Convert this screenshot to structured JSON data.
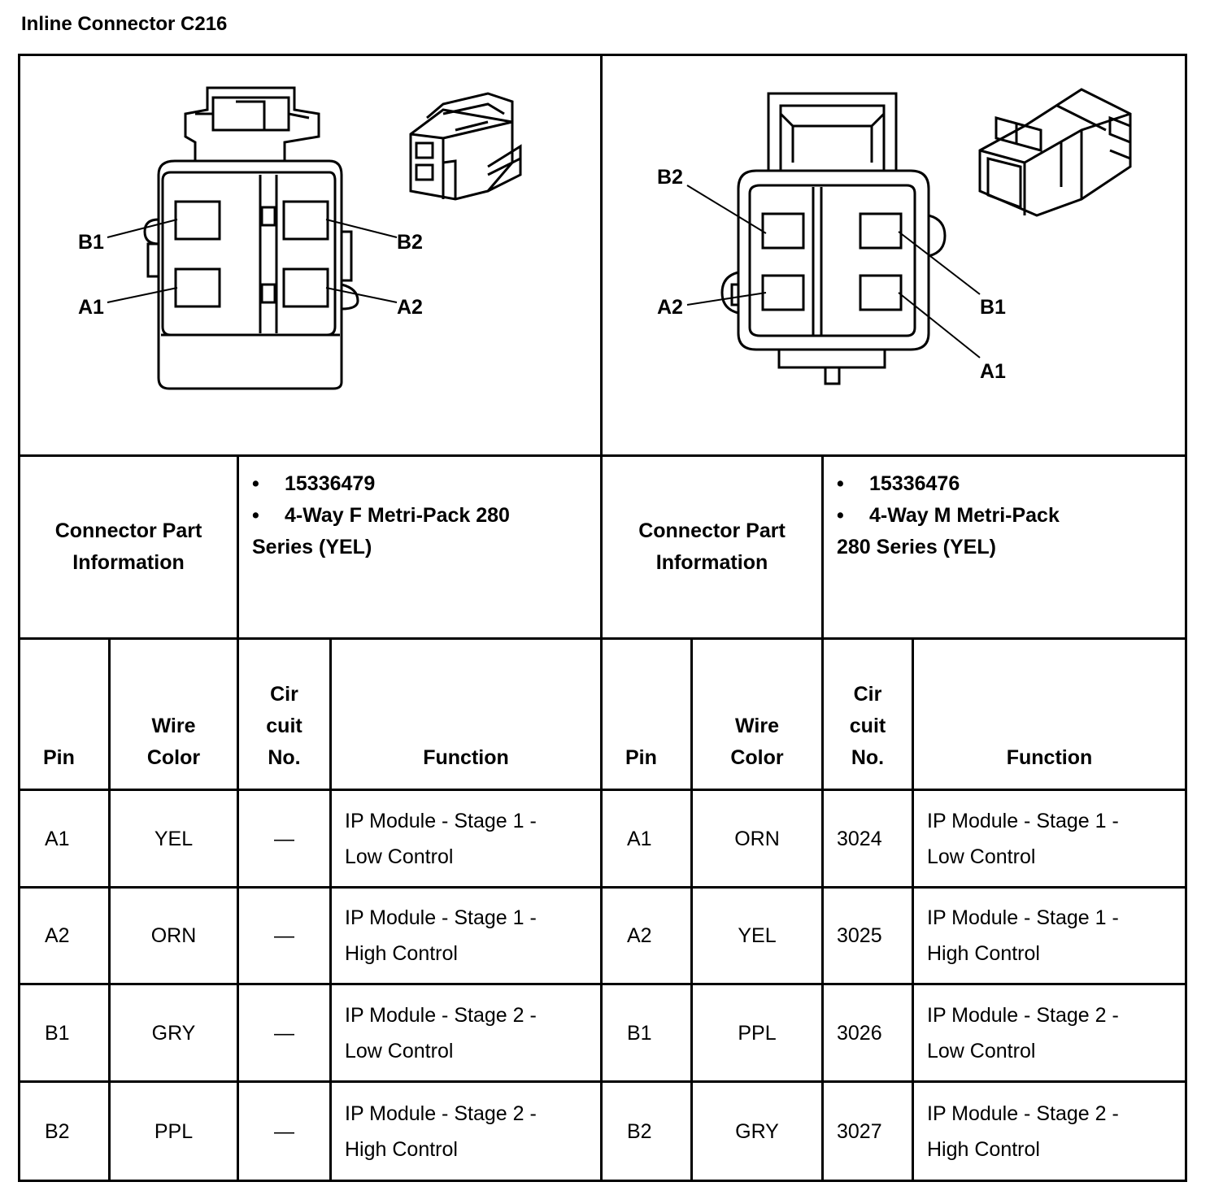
{
  "title": "Inline Connector C216",
  "left": {
    "pin_labels": {
      "b1": "B1",
      "a1": "A1",
      "b2": "B2",
      "a2": "A2"
    },
    "part_info_label": "Connector Part Information",
    "part_info": [
      "15336479",
      "4-Way F Metri-Pack 280 Series (YEL)"
    ],
    "headers": {
      "pin": "Pin",
      "wire_color": "Wire Color",
      "circuit": "Cir cuit No.",
      "function": "Function"
    },
    "rows": [
      {
        "pin": "A1",
        "wire_color": "YEL",
        "circuit": "—",
        "function": "IP Module - Stage 1 - Low Control"
      },
      {
        "pin": "A2",
        "wire_color": "ORN",
        "circuit": "—",
        "function": "IP Module - Stage 1 - High Control"
      },
      {
        "pin": "B1",
        "wire_color": "GRY",
        "circuit": "—",
        "function": "IP Module - Stage 2 - Low Control"
      },
      {
        "pin": "B2",
        "wire_color": "PPL",
        "circuit": "—",
        "function": "IP Module - Stage 2 - High Control"
      }
    ]
  },
  "right": {
    "pin_labels": {
      "b2": "B2",
      "a2": "A2",
      "b1": "B1",
      "a1": "A1"
    },
    "part_info_label": "Connector Part Information",
    "part_info": [
      "15336476",
      "4-Way M Metri-Pack 280 Series (YEL)"
    ],
    "headers": {
      "pin": "Pin",
      "wire_color": "Wire Color",
      "circuit": "Cir cuit No.",
      "function": "Function"
    },
    "rows": [
      {
        "pin": "A1",
        "wire_color": "ORN",
        "circuit": "3024",
        "function": "IP Module - Stage 1 - Low Control"
      },
      {
        "pin": "A2",
        "wire_color": "YEL",
        "circuit": "3025",
        "function": "IP Module - Stage 1 - High Control"
      },
      {
        "pin": "B1",
        "wire_color": "PPL",
        "circuit": "3026",
        "function": "IP Module - Stage 2 - Low Control"
      },
      {
        "pin": "B2",
        "wire_color": "GRY",
        "circuit": "3027",
        "function": "IP Module - Stage 2 - High Control"
      }
    ]
  }
}
